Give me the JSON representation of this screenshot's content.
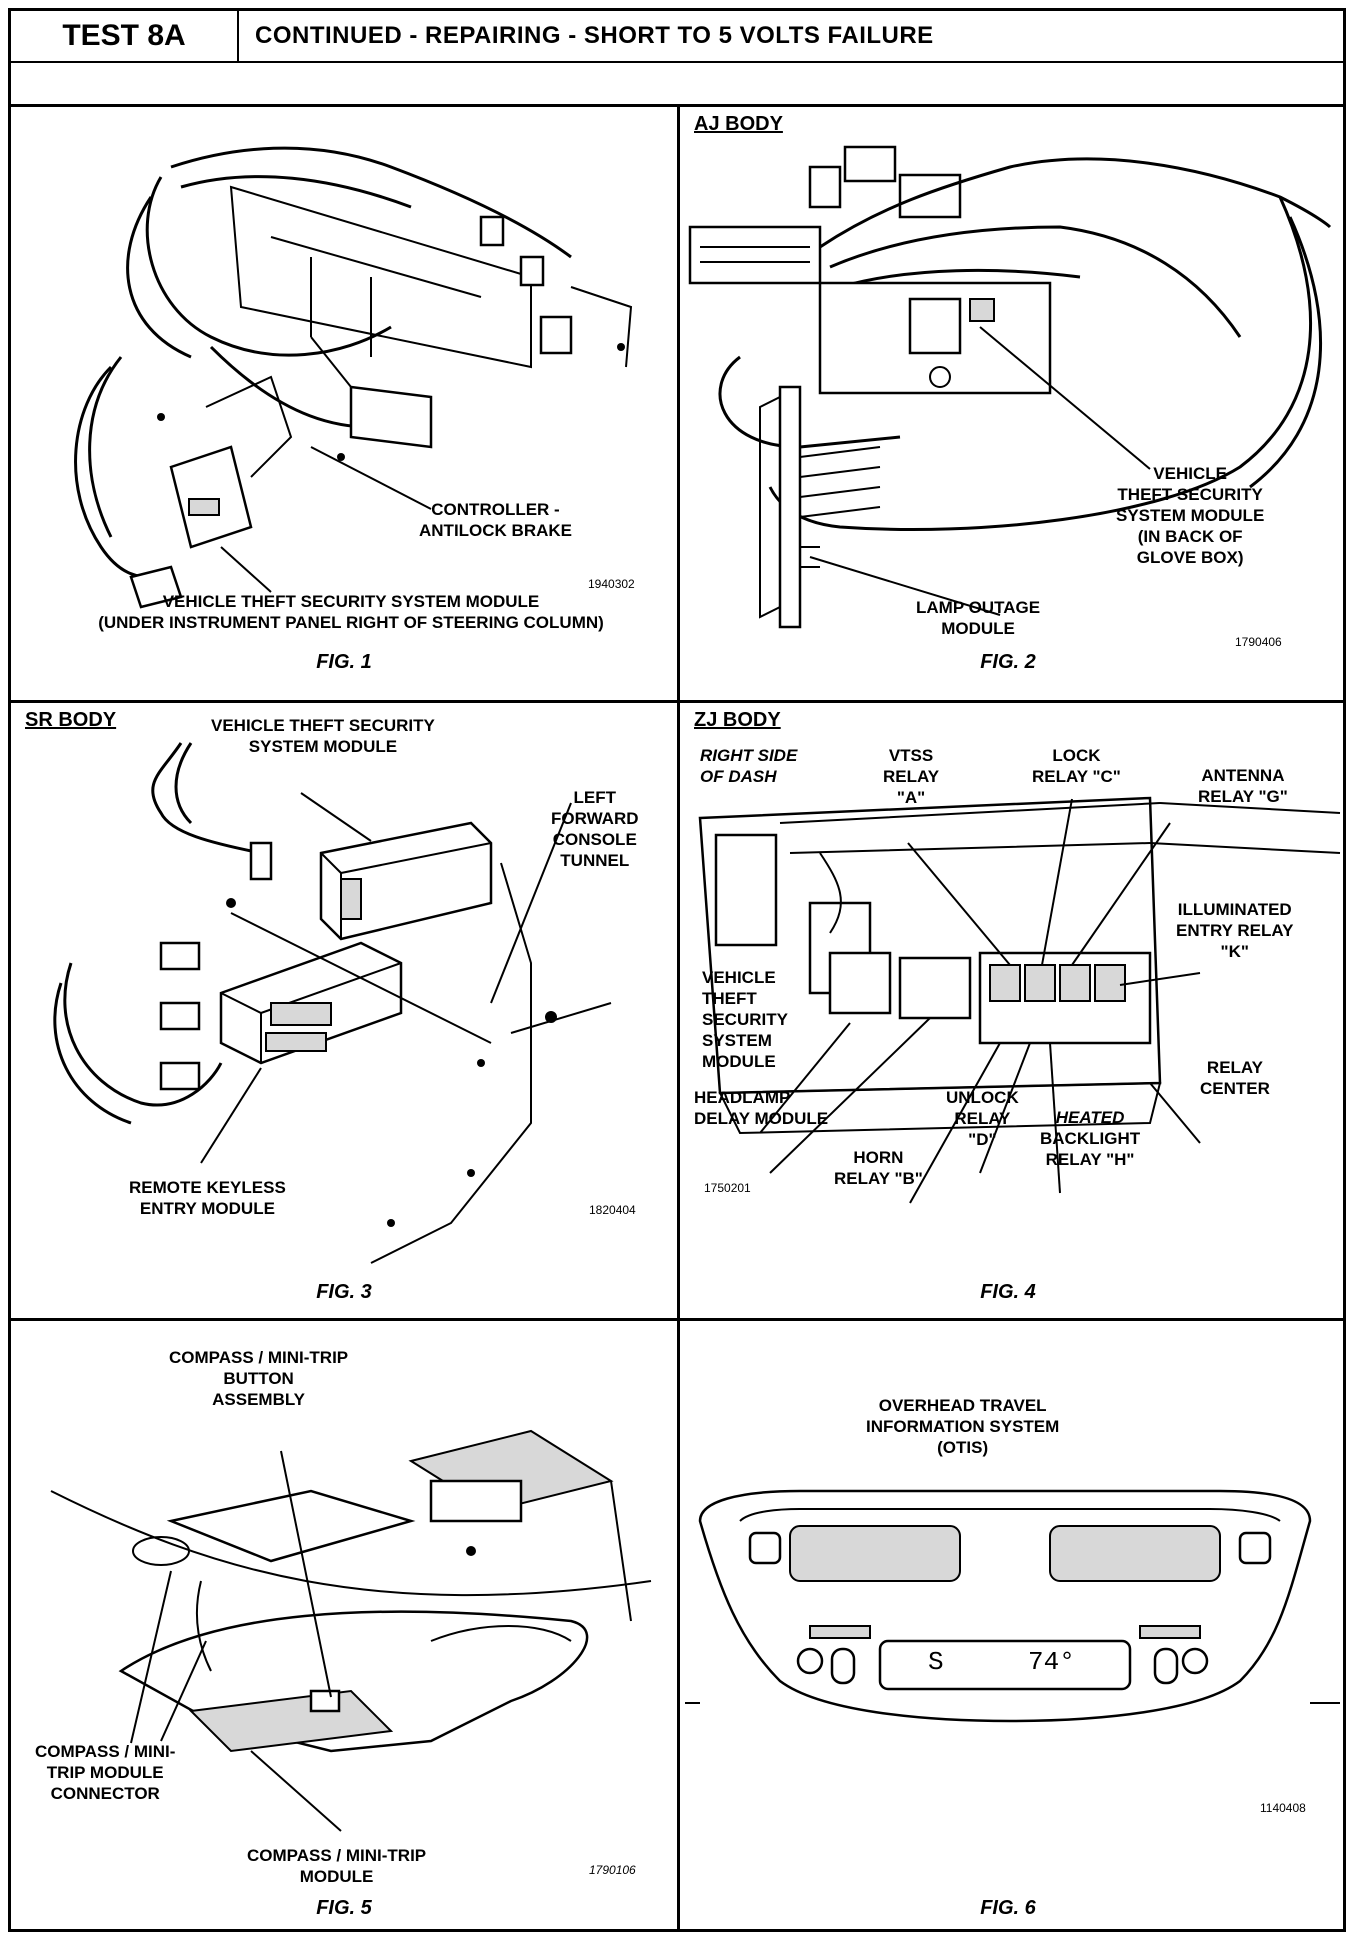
{
  "header": {
    "test_id": "TEST 8A",
    "title": "CONTINUED -  REPAIRING - SHORT TO 5 VOLTS FAILURE"
  },
  "fig1": {
    "caption": "FIG. 1",
    "code": "1940302",
    "label_controller": "CONTROLLER -\nANTILOCK BRAKE",
    "label_vtss": "VEHICLE THEFT SECURITY SYSTEM MODULE\n(UNDER INSTRUMENT PANEL RIGHT OF STEERING COLUMN)"
  },
  "fig2": {
    "body": "AJ BODY",
    "caption": "FIG. 2",
    "code": "1790406",
    "label_vtss": "VEHICLE\nTHEFT SECURITY\nSYSTEM MODULE\n(IN BACK OF\nGLOVE BOX)",
    "label_lamp": "LAMP OUTAGE\nMODULE"
  },
  "fig3": {
    "body": "SR BODY",
    "caption": "FIG. 3",
    "code": "1820404",
    "label_vtss": "VEHICLE THEFT SECURITY\nSYSTEM MODULE",
    "label_tunnel": "LEFT\nFORWARD\nCONSOLE\nTUNNEL",
    "label_rke": "REMOTE KEYLESS\nENTRY MODULE"
  },
  "fig4": {
    "body": "ZJ BODY",
    "caption": "FIG. 4",
    "code": "1750201",
    "side": "RIGHT SIDE\nOF DASH",
    "vtss_relay": "VTSS\nRELAY\n\"A\"",
    "lock_relay": "LOCK\nRELAY \"C\"",
    "antenna_relay": "ANTENNA\nRELAY \"G\"",
    "illum_relay": "ILLUMINATED\nENTRY RELAY\n\"K\"",
    "vtss_module": "VEHICLE\nTHEFT\nSECURITY\nSYSTEM\nMODULE",
    "headlamp": "HEADLAMP\nDELAY MODULE",
    "unlock_relay": "UNLOCK\nRELAY\n\"D\"",
    "heated": "HEATED",
    "heated_rest": "BACKLIGHT\nRELAY \"H\"",
    "relay_center": "RELAY\nCENTER",
    "horn_relay": "HORN\nRELAY \"B\""
  },
  "fig5": {
    "caption": "FIG. 5",
    "code": "1790106",
    "button": "COMPASS / MINI-TRIP\nBUTTON\nASSEMBLY",
    "connector": "COMPASS / MINI-\nTRIP MODULE\nCONNECTOR",
    "module": "COMPASS / MINI-TRIP\nMODULE"
  },
  "fig6": {
    "caption": "FIG. 6",
    "code": "1140408",
    "title": "OVERHEAD TRAVEL\nINFORMATION SYSTEM\n(OTIS)",
    "display_left": "S",
    "display_right": "74°"
  }
}
